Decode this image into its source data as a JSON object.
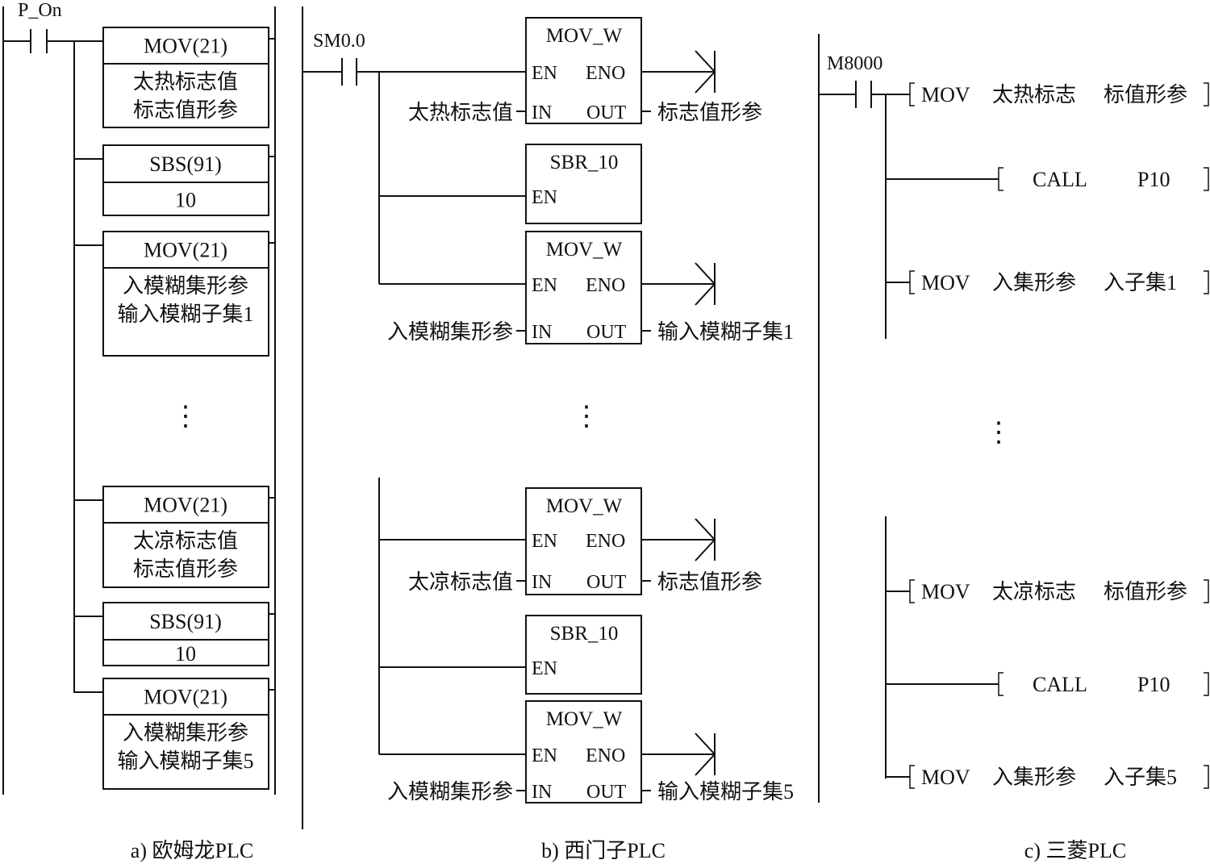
{
  "panel_a": {
    "caption": "a) 欧姆龙PLC",
    "contact": "P_On",
    "blocks": [
      {
        "name": "MOV(21)",
        "lines": [
          "太热标志值",
          "标志值形参"
        ]
      },
      {
        "name": "SBS(91)",
        "lines": [
          "10"
        ]
      },
      {
        "name": "MOV(21)",
        "lines": [
          "入模糊集形参",
          "输入模糊子集1"
        ]
      },
      {
        "name": "MOV(21)",
        "lines": [
          "太凉标志值",
          "标志值形参"
        ]
      },
      {
        "name": "SBS(91)",
        "lines": [
          "10"
        ]
      },
      {
        "name": "MOV(21)",
        "lines": [
          "入模糊集形参",
          "输入模糊子集5"
        ]
      }
    ],
    "ellipsis": "⋮"
  },
  "panel_b": {
    "caption": "b) 西门子PLC",
    "contact": "SM0.0",
    "pins": {
      "en": "EN",
      "eno": "ENO",
      "in": "IN",
      "out": "OUT"
    },
    "blocks": [
      {
        "title": "MOV_W",
        "in": "太热标志值",
        "out": "标志值形参"
      },
      {
        "title": "SBR_10"
      },
      {
        "title": "MOV_W",
        "in": "入模糊集形参",
        "out": "输入模糊子集1"
      },
      {
        "title": "MOV_W",
        "in": "太凉标志值",
        "out": "标志值形参"
      },
      {
        "title": "SBR_10"
      },
      {
        "title": "MOV_W",
        "in": "入模糊集形参",
        "out": "输入模糊子集5"
      }
    ],
    "ellipsis": "⋮"
  },
  "panel_c": {
    "caption": "c) 三菱PLC",
    "contact": "M8000",
    "instructions": [
      {
        "op": "MOV",
        "src": "太热标志",
        "dst": "标值形参"
      },
      {
        "op": "CALL",
        "src": "",
        "dst": "P10"
      },
      {
        "op": "MOV",
        "src": "入集形参",
        "dst": "入子集1"
      },
      {
        "op": "MOV",
        "src": "太凉标志",
        "dst": "标值形参"
      },
      {
        "op": "CALL",
        "src": "",
        "dst": "P10"
      },
      {
        "op": "MOV",
        "src": "入集形参",
        "dst": "入子集5"
      }
    ],
    "ellipsis": "⋮"
  }
}
